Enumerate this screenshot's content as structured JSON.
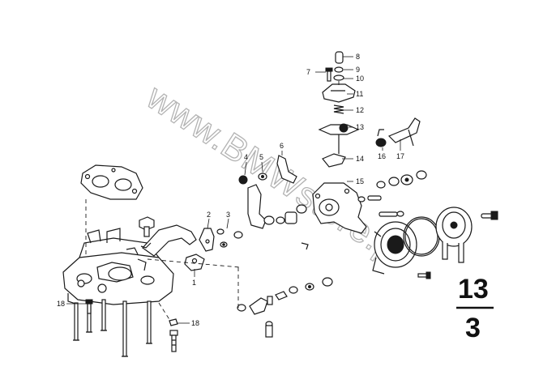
{
  "watermark": "www.BMWstore.pl",
  "group": {
    "main": "13",
    "sub": "3"
  },
  "callouts": {
    "c1": "1",
    "c2": "2",
    "c3": "3",
    "c4": "4",
    "c5": "5",
    "c6": "6",
    "c7": "7",
    "c8": "8",
    "c9": "9",
    "c10": "10",
    "c11": "11",
    "c12": "12",
    "c13": "13",
    "c14": "14",
    "c15": "15",
    "c16": "16",
    "c17": "17",
    "c18a": "18",
    "c18b": "18"
  }
}
